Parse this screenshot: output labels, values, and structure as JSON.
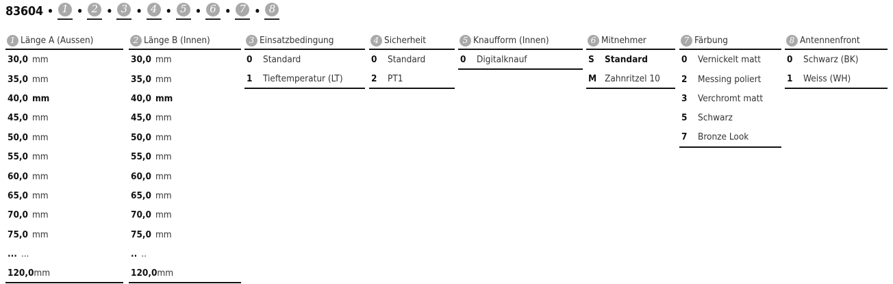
{
  "title": {
    "code": "83604",
    "separator": "•",
    "slots": [
      "1",
      "2",
      "3",
      "4",
      "5",
      "6",
      "7",
      "8"
    ]
  },
  "columns": [
    {
      "num": "1",
      "label": "Länge A (Aussen)",
      "type": "len",
      "rows": [
        {
          "k": "30,0",
          "v": "mm"
        },
        {
          "k": "35,0",
          "v": "mm"
        },
        {
          "k": "40,0",
          "v": "mm",
          "selected": true
        },
        {
          "k": "45,0",
          "v": "mm"
        },
        {
          "k": "50,0",
          "v": "mm"
        },
        {
          "k": "55,0",
          "v": "mm"
        },
        {
          "k": "60,0",
          "v": "mm"
        },
        {
          "k": "65,0",
          "v": "mm"
        },
        {
          "k": "70,0",
          "v": "mm"
        },
        {
          "k": "75,0",
          "v": "mm"
        },
        {
          "k": "...",
          "v": "..."
        },
        {
          "k": "120,0",
          "v": "mm",
          "tight": true
        }
      ]
    },
    {
      "num": "2",
      "label": "Länge B (Innen)",
      "type": "len",
      "rows": [
        {
          "k": "30,0",
          "v": "mm"
        },
        {
          "k": "35,0",
          "v": "mm"
        },
        {
          "k": "40,0",
          "v": "mm",
          "selected": true
        },
        {
          "k": "45,0",
          "v": "mm"
        },
        {
          "k": "50,0",
          "v": "mm"
        },
        {
          "k": "55,0",
          "v": "mm"
        },
        {
          "k": "60,0",
          "v": "mm"
        },
        {
          "k": "65,0",
          "v": "mm"
        },
        {
          "k": "70,0",
          "v": "mm"
        },
        {
          "k": "75,0",
          "v": "mm"
        },
        {
          "k": "..",
          "v": ".."
        },
        {
          "k": "120,0",
          "v": "mm",
          "tight": true
        }
      ]
    },
    {
      "num": "3",
      "label": "Einsatzbedingung",
      "type": "code",
      "rows": [
        {
          "k": "0",
          "v": "Standard"
        },
        {
          "k": "1",
          "v": "Tieftemperatur (LT)"
        }
      ]
    },
    {
      "num": "4",
      "label": "Sicherheit",
      "type": "code",
      "rows": [
        {
          "k": "0",
          "v": "Standard"
        },
        {
          "k": "2",
          "v": "PT1"
        }
      ]
    },
    {
      "num": "5",
      "label": "Knaufform (Innen)",
      "type": "code",
      "rows": [
        {
          "k": "0",
          "v": "Digitalknauf"
        }
      ]
    },
    {
      "num": "6",
      "label": "Mitnehmer",
      "type": "code",
      "rows": [
        {
          "k": "S",
          "v": "Standard",
          "selected": true
        },
        {
          "k": "M",
          "v": "Zahnritzel 10"
        }
      ]
    },
    {
      "num": "7",
      "label": "Färbung",
      "type": "code",
      "rows": [
        {
          "k": "0",
          "v": "Vernickelt matt"
        },
        {
          "k": "2",
          "v": "Messing poliert"
        },
        {
          "k": "3",
          "v": "Verchromt matt"
        },
        {
          "k": "5",
          "v": "Schwarz"
        },
        {
          "k": "7",
          "v": "Bronze Look"
        }
      ]
    },
    {
      "num": "8",
      "label": "Antennenfront",
      "type": "code",
      "rows": [
        {
          "k": "0",
          "v": "Schwarz (BK)"
        },
        {
          "k": "1",
          "v": "Weiss (WH)"
        }
      ]
    }
  ]
}
